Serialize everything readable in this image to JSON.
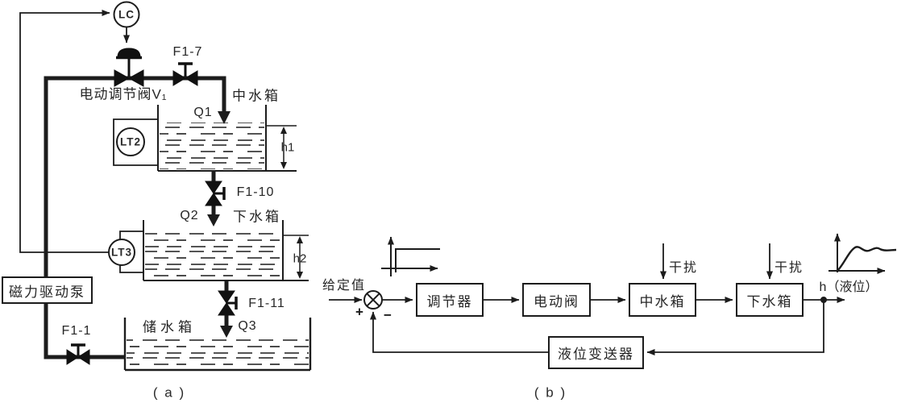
{
  "colors": {
    "line": "#1c1c1c",
    "text": "#262626",
    "background": "#ffffff"
  },
  "panel_a": {
    "caption": "( a )",
    "instruments": {
      "controller": "LC",
      "transmitter_mid": "LT2",
      "transmitter_low": "LT3"
    },
    "valves": {
      "control_valve": "电动调节阀V₁",
      "f1_7": "F1-7",
      "f1_10": "F1-10",
      "f1_11": "F1-11",
      "f1_1": "F1-1"
    },
    "tanks": {
      "mid": "中水箱",
      "low": "下水箱",
      "storage": "储水箱"
    },
    "pump": "磁力驱动泵",
    "flows": {
      "q1": "Q1",
      "q2": "Q2",
      "q3": "Q3"
    },
    "levels": {
      "h1": "h1",
      "h2": "h2"
    }
  },
  "panel_b": {
    "caption": "( b )",
    "setpoint_label": "给定值",
    "sum_plus": "+",
    "sum_minus": "−",
    "blocks": {
      "controller": "调节器",
      "valve": "电动阀",
      "mid_tank": "中水箱",
      "low_tank": "下水箱",
      "transmitter": "液位变送器"
    },
    "disturbance_mid": "干扰",
    "disturbance_low": "干扰",
    "output_label": "h（液位）"
  }
}
